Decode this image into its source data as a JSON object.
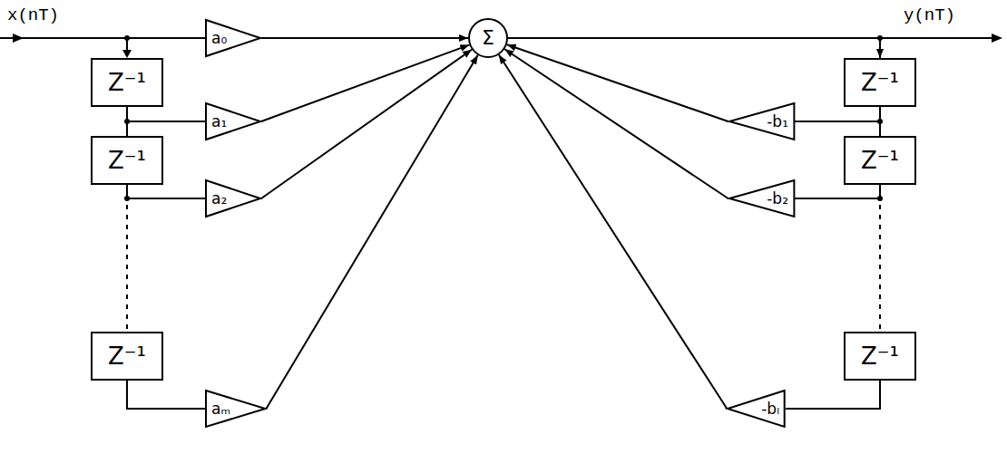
{
  "diagram": {
    "nodes": [
      {
        "text": [
          "a₀"
        ]
      },
      {
        "text": [
          "Σ"
        ]
      },
      {
        "text": [
          "Z⁻¹"
        ]
      },
      {
        "text": [
          "Z⁻¹"
        ]
      },
      {
        "text": [
          "a₁"
        ]
      },
      {
        "text": [
          "-b₁"
        ]
      },
      {
        "text": [
          "Z⁻¹"
        ]
      },
      {
        "text": [
          "Z⁻¹"
        ]
      },
      {
        "text": [
          "a₂"
        ]
      },
      {
        "text": [
          "-b₂"
        ]
      },
      {
        "text": [
          "Z⁻¹"
        ]
      },
      {
        "text": [
          "Z⁻¹"
        ]
      },
      {
        "text": [
          "aₘ"
        ]
      },
      {
        "text": [
          "-bₗ"
        ]
      }
    ],
    "edges": [
      {
        "from": 0,
        "to": 1,
        "arrow": "to"
      },
      {
        "from": 4,
        "to": 1,
        "arrow": "to"
      },
      {
        "from": 8,
        "to": 1,
        "arrow": "to"
      },
      {
        "from": 12,
        "to": 1,
        "arrow": "to"
      },
      {
        "from": 5,
        "to": 1,
        "arrow": "to"
      },
      {
        "from": 9,
        "to": 1,
        "arrow": "to"
      },
      {
        "from": 13,
        "to": 1,
        "arrow": "to"
      },
      {
        "from": 1,
        "to": 3,
        "arrow": "to"
      },
      {
        "from": 2,
        "to": 6,
        "arrow": "none"
      },
      {
        "from": 6,
        "to": 10,
        "arrow": "none"
      },
      {
        "from": 2,
        "to": 4,
        "arrow": "none"
      },
      {
        "from": 6,
        "to": 8,
        "arrow": "none"
      },
      {
        "from": 10,
        "to": 12,
        "arrow": "none"
      },
      {
        "from": 3,
        "to": 7,
        "arrow": "none"
      },
      {
        "from": 7,
        "to": 11,
        "arrow": "none"
      },
      {
        "from": 3,
        "to": 5,
        "arrow": "none"
      },
      {
        "from": 7,
        "to": 9,
        "arrow": "none"
      },
      {
        "from": 11,
        "to": 13,
        "arrow": "none"
      }
    ],
    "labels": [
      "x(nT)",
      "y(nT)"
    ]
  }
}
